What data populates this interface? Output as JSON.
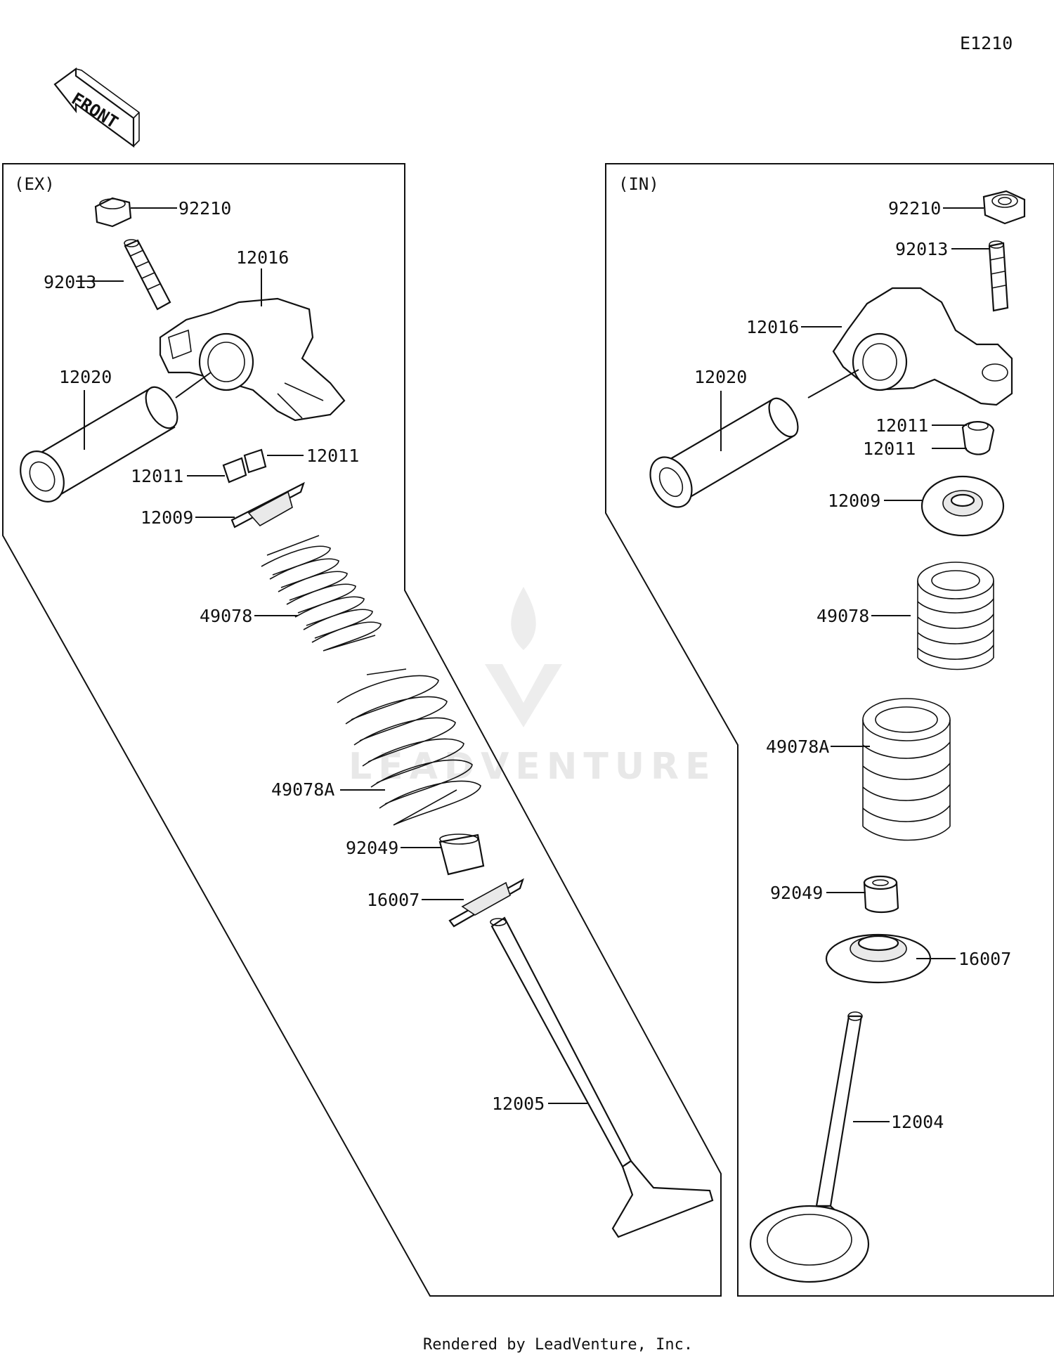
{
  "figure_code": "E1210",
  "front_arrow_label": "FRONT",
  "footer": "Rendered by LeadVenture, Inc.",
  "watermark": "LEADVENTURE",
  "exhaust": {
    "caption": "(EX)",
    "labels": {
      "nut": "92210",
      "screw": "92013",
      "rocker_arm": "12016",
      "shaft": "12020",
      "cotter_a": "12011",
      "cotter_b": "12011",
      "retainer": "12009",
      "spring_inner": "49078",
      "spring_outer": "49078A",
      "seal": "92049",
      "seat": "16007",
      "valve": "12005"
    }
  },
  "intake": {
    "caption": "(IN)",
    "labels": {
      "nut": "92210",
      "screw": "92013",
      "rocker_arm": "12016",
      "shaft": "12020",
      "cotter_a": "12011",
      "cotter_b": "12011",
      "retainer": "12009",
      "spring_inner": "49078",
      "spring_outer": "49078A",
      "seal": "92049",
      "seat": "16007",
      "valve": "12004"
    }
  }
}
